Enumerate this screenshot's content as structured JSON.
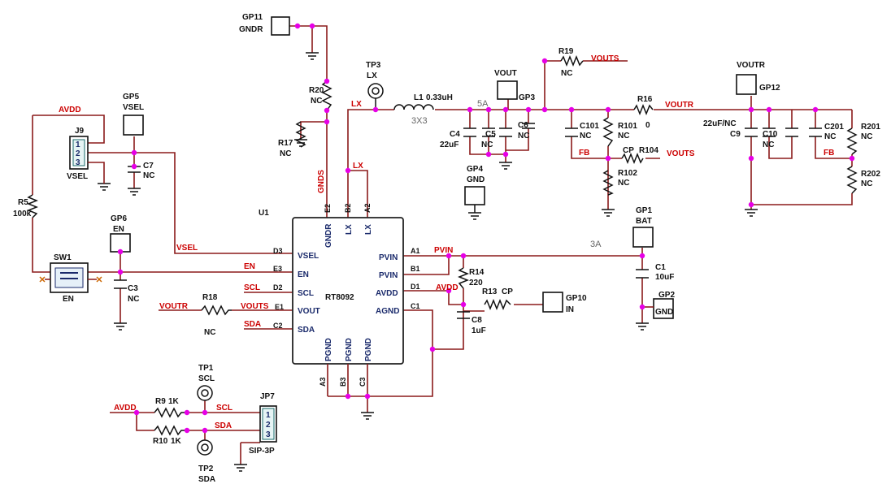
{
  "schematic": {
    "ic": {
      "ref": "U1",
      "part": "RT8092",
      "pins_left": [
        "VSEL",
        "EN",
        "SCL",
        "VOUT",
        "SDA"
      ],
      "pins_left_num": [
        "D3",
        "E3",
        "D2",
        "E1",
        "C2"
      ],
      "pins_right": [
        "PVIN",
        "PVIN",
        "AVDD",
        "AGND"
      ],
      "pins_right_num": [
        "A1",
        "B1",
        "D1",
        "C1"
      ],
      "pins_top": [
        "GNDR",
        "LX",
        "LX"
      ],
      "pins_top_num": [
        "E2",
        "B2",
        "A2"
      ],
      "pins_bottom": [
        "PGND",
        "PGND",
        "PGND"
      ],
      "pins_bottom_num": [
        "A3",
        "B3",
        "C3"
      ]
    },
    "nets": {
      "avdd": "AVDD",
      "vsel": "VSEL",
      "en": "EN",
      "scl": "SCL",
      "sda": "SDA",
      "voutr": "VOUTR",
      "vouts": "VOUTS",
      "lx": "LX",
      "gnds": "GNDS",
      "pvin": "PVIN",
      "fb": "FB",
      "cp": "CP"
    },
    "testpoints": {
      "gp11": {
        "name": "GP11",
        "net": "GNDR"
      },
      "gp5": {
        "name": "GP5",
        "net": "VSEL"
      },
      "gp6": {
        "name": "GP6",
        "net": "EN"
      },
      "gp3": {
        "name": "GP3",
        "net": "VOUT"
      },
      "gp4": {
        "name": "GP4",
        "net": "GND"
      },
      "gp12": {
        "name": "GP12",
        "net": "VOUTR"
      },
      "gp1": {
        "name": "GP1",
        "net": "BAT"
      },
      "gp2": {
        "name": "GP2",
        "net": "GND"
      },
      "gp10": {
        "name": "GP10",
        "net": "IN"
      },
      "tp3": {
        "name": "TP3",
        "net": "LX"
      },
      "tp1": {
        "name": "TP1",
        "net": "SCL"
      },
      "tp2": {
        "name": "TP2",
        "net": "SDA"
      }
    },
    "components": {
      "r20": {
        "ref": "R20",
        "val": "NC"
      },
      "r17": {
        "ref": "R17",
        "val": "NC"
      },
      "r5": {
        "ref": "R5",
        "val": "100k"
      },
      "r18": {
        "ref": "R18",
        "val": "NC"
      },
      "r19": {
        "ref": "R19",
        "val": "NC"
      },
      "r16": {
        "ref": "R16",
        "val": "0"
      },
      "r101": {
        "ref": "R101",
        "val": "NC"
      },
      "r102": {
        "ref": "R102",
        "val": "NC"
      },
      "r104": {
        "ref": "R104",
        "val": "CP"
      },
      "r201": {
        "ref": "R201",
        "val": "NC"
      },
      "r202": {
        "ref": "R202",
        "val": "NC"
      },
      "r14": {
        "ref": "R14",
        "val": "220"
      },
      "r13": {
        "ref": "R13",
        "val": "CP"
      },
      "r9": {
        "ref": "R9",
        "val": "1K"
      },
      "r10": {
        "ref": "R10",
        "val": "1K"
      },
      "l1": {
        "ref": "L1",
        "val": "0.33uH",
        "size": "3X3"
      },
      "c7": {
        "ref": "C7",
        "val": "NC"
      },
      "c3": {
        "ref": "C3",
        "val": "NC"
      },
      "c4": {
        "ref": "C4",
        "val": "22uF"
      },
      "c5": {
        "ref": "C5",
        "val": "NC"
      },
      "c6": {
        "ref": "C6",
        "val": "NC"
      },
      "c101": {
        "ref": "C101",
        "val": "NC"
      },
      "c9": {
        "ref": "C9",
        "val": "22uF/NC"
      },
      "c10": {
        "ref": "C10",
        "val": "NC"
      },
      "c201": {
        "ref": "C201",
        "val": "NC"
      },
      "c1": {
        "ref": "C1",
        "val": "10uF"
      },
      "c8": {
        "ref": "C8",
        "val": "1uF"
      },
      "j9": {
        "ref": "J9",
        "val": "VSEL",
        "pins": [
          "1",
          "2",
          "3"
        ]
      },
      "sw1": {
        "ref": "SW1",
        "val": "EN"
      },
      "jp7": {
        "ref": "JP7",
        "val": "SIP-3P",
        "pins": [
          "1",
          "2",
          "3"
        ]
      }
    },
    "annotations": {
      "lx_current": "5A",
      "pvin_current": "3A"
    }
  },
  "colors": {
    "wire": "#8b1a1a",
    "net_label": "#cc0000",
    "pin_text": "#1a2a6b",
    "junction": "#e600e6"
  }
}
